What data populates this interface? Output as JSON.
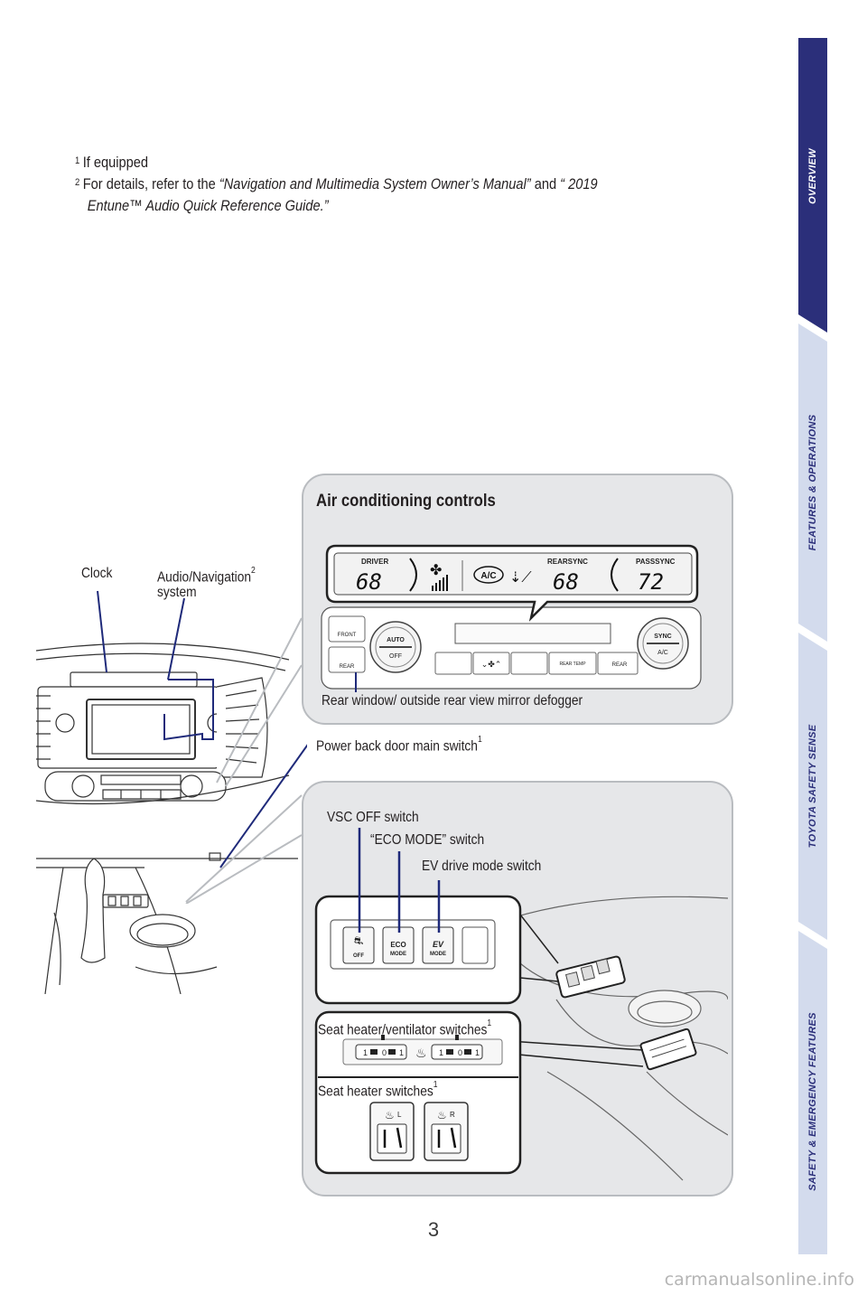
{
  "footnotes": {
    "note1_marker": "1",
    "note1_text": "If equipped",
    "note2_marker": "2",
    "note2_prefix": "For details, refer to the ",
    "note2_manual": "“Navigation and Multimedia System Owner’s Manual”",
    "note2_and": " and ",
    "note2_guide_a": "“ 2019",
    "note2_guide_b": "Entune™ Audio Quick Reference Guide.”"
  },
  "tabs": [
    {
      "label": "OVERVIEW",
      "active": true
    },
    {
      "label": "FEATURES & OPERATIONS",
      "active": false
    },
    {
      "label": "TOYOTA SAFETY SENSE",
      "active": false
    },
    {
      "label": "SAFETY & EMERGENCY FEATURES",
      "active": false
    }
  ],
  "ac_panel": {
    "title": "Air conditioning controls",
    "display": {
      "driver_label": "DRIVER",
      "driver_temp": "68",
      "ac_badge": "A/C",
      "rear_label": "REARSYNC",
      "rear_temp": "68",
      "pass_label": "PASSSYNC",
      "pass_temp": "72"
    },
    "buttons": {
      "front": "FRONT",
      "rear_defog": "REAR",
      "auto": "AUTO",
      "off": "OFF",
      "sync": "SYNC",
      "ac": "A/C",
      "rear_temp": "REAR TEMP",
      "rear": "REAR"
    },
    "defogger_callout": "Rear window/ outside rear view mirror defogger"
  },
  "dash_callouts": {
    "clock": "Clock",
    "audio_a": "Audio/Navigation",
    "audio_sup": "2",
    "audio_b": "system",
    "power_back_door": "Power back door main switch",
    "power_back_door_sup": "1"
  },
  "console_panel": {
    "vsc_callout": "VSC OFF switch",
    "eco_callout": "“ECO MODE” switch",
    "ev_callout": "EV drive mode switch",
    "switches": {
      "vsc": "OFF",
      "eco_a": "ECO",
      "eco_b": "MODE",
      "ev_a": "EV",
      "ev_b": "MODE"
    },
    "seat_vent_callout": "Seat heater/ventilator switches",
    "seat_vent_sup": "1",
    "seat_heater_callout": "Seat heater switches",
    "seat_heater_sup": "1",
    "seat_left": "L",
    "seat_right": "R",
    "seat_pos_1": "1",
    "seat_pos_0": "0"
  },
  "page_number": "3",
  "watermark": "carmanualsonline.info",
  "colors": {
    "navy": "#2b2f7a",
    "tab_light": "#d3dbed",
    "panel_bg": "#e6e7e9",
    "panel_border": "#b9bcc0",
    "callout_line": "#1f2a7a"
  }
}
